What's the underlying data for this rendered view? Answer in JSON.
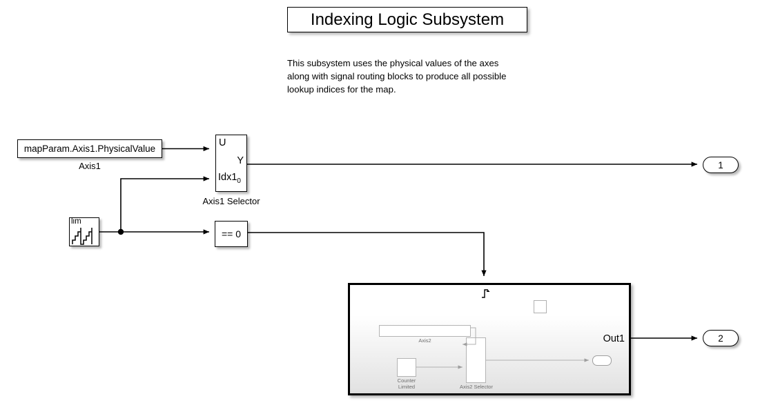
{
  "annotations": {
    "title": "Indexing Logic Subsystem",
    "description": "This subsystem uses the physical values of the axes\nalong with signal routing blocks to produce all possible\nlookup indices for the map."
  },
  "blocks": {
    "constant_axis1": {
      "value": "mapParam.Axis1.PhysicalValue",
      "label": "Axis1"
    },
    "counter_limited": {
      "icon_text": "lim",
      "icon_name": "staircase-waveform-icon"
    },
    "compare_to_zero": {
      "operator": "== 0"
    },
    "axis1_selector": {
      "label": "Axis1 Selector",
      "port_u": "U",
      "port_y": "Y",
      "port_idx": "Idx1",
      "port_idx_subscript": "0"
    },
    "triggered_subsystem": {
      "trigger_icon": "rising-edge-trigger-icon",
      "outport_label": "Out1",
      "inner": {
        "axis2_label": "Axis2",
        "counter_label": "Counter\nLimited",
        "selector_label": "Axis2 Selector"
      }
    }
  },
  "ports": {
    "outport_1": "1",
    "outport_2": "2"
  },
  "colors": {
    "background": "#ffffff",
    "line": "#000000",
    "block_fill": "#ffffff",
    "subsystem_gradient_end": "#e3e3e3",
    "inner_preview_stroke": "#b3b3b3",
    "inner_preview_text": "#6d6d6d"
  }
}
